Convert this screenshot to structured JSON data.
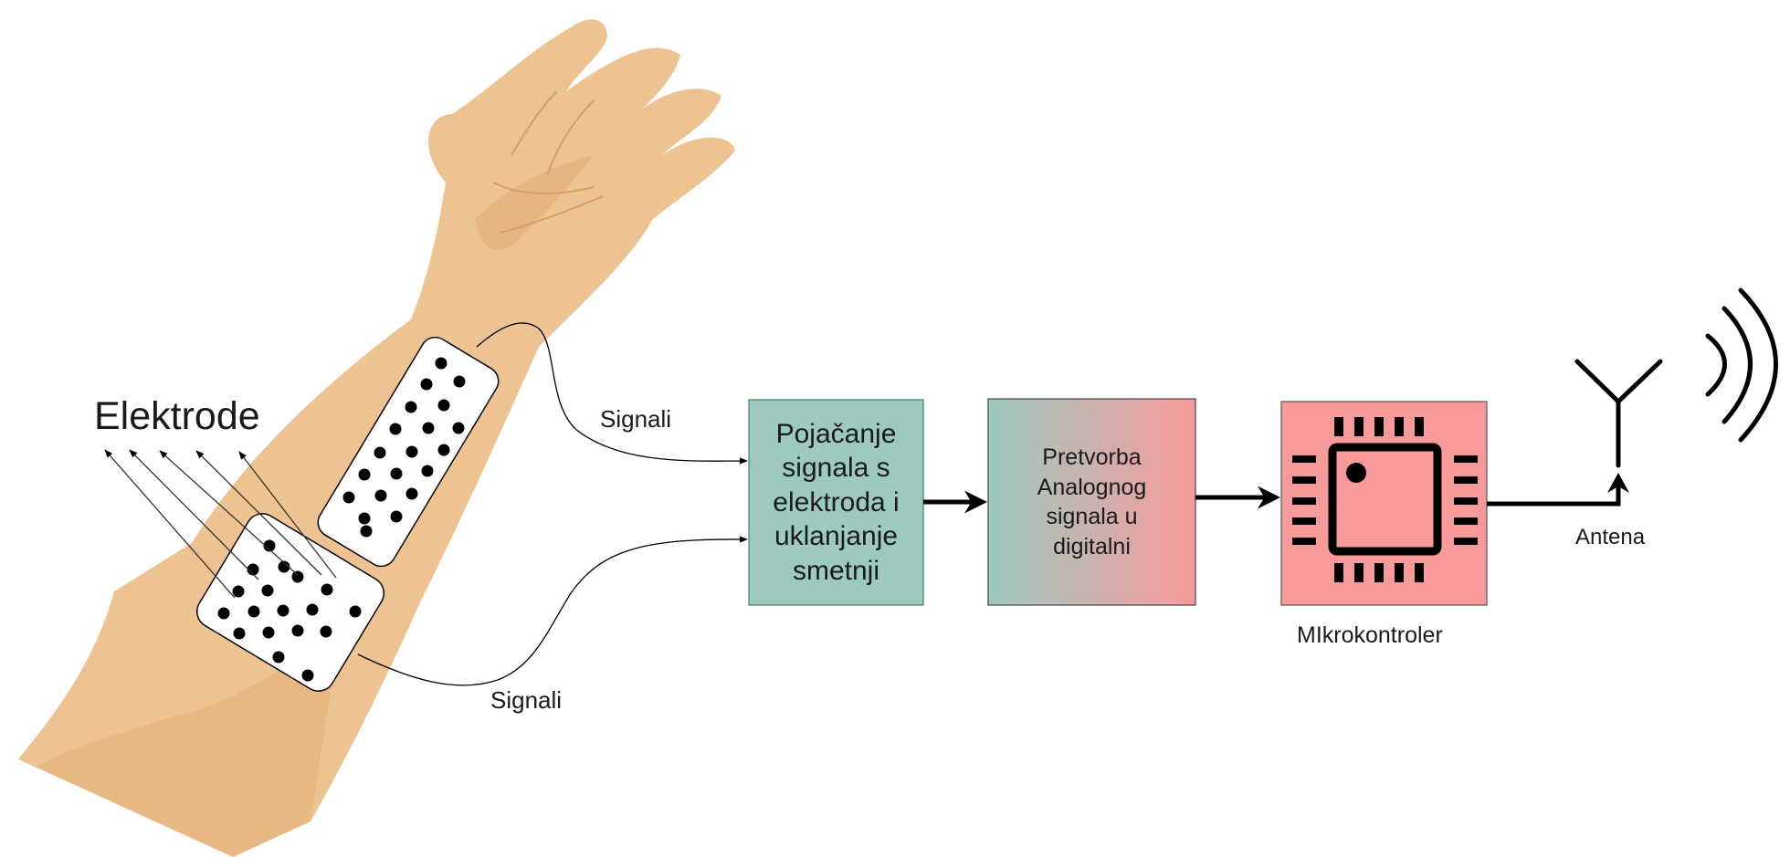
{
  "labels": {
    "electrodes": "Elektrode",
    "signal_top": "Signali",
    "signal_bottom": "Signali",
    "antenna": "Antena",
    "microcontroller": "MIkrokontroler"
  },
  "blocks": {
    "amplifier": "Pojačanje\nsignala s\nelektroda i\nuklanjanje\nsmetnji",
    "adc": "Pretvorba\nAnalognog\nsignala u\ndigitalni"
  },
  "colors": {
    "skin": "#eec392",
    "skin_shade": "#e0ae78",
    "amplifier_fill": "#9ccac0",
    "adc_gradient_start": "#9ccac0",
    "adc_gradient_end": "#f89a9a",
    "mcu_fill": "#f89a9a",
    "line": "#000000"
  },
  "icons": [
    "arm-illustration",
    "electrode-pad",
    "chip-icon",
    "antenna-icon",
    "wireless-waves-icon"
  ]
}
